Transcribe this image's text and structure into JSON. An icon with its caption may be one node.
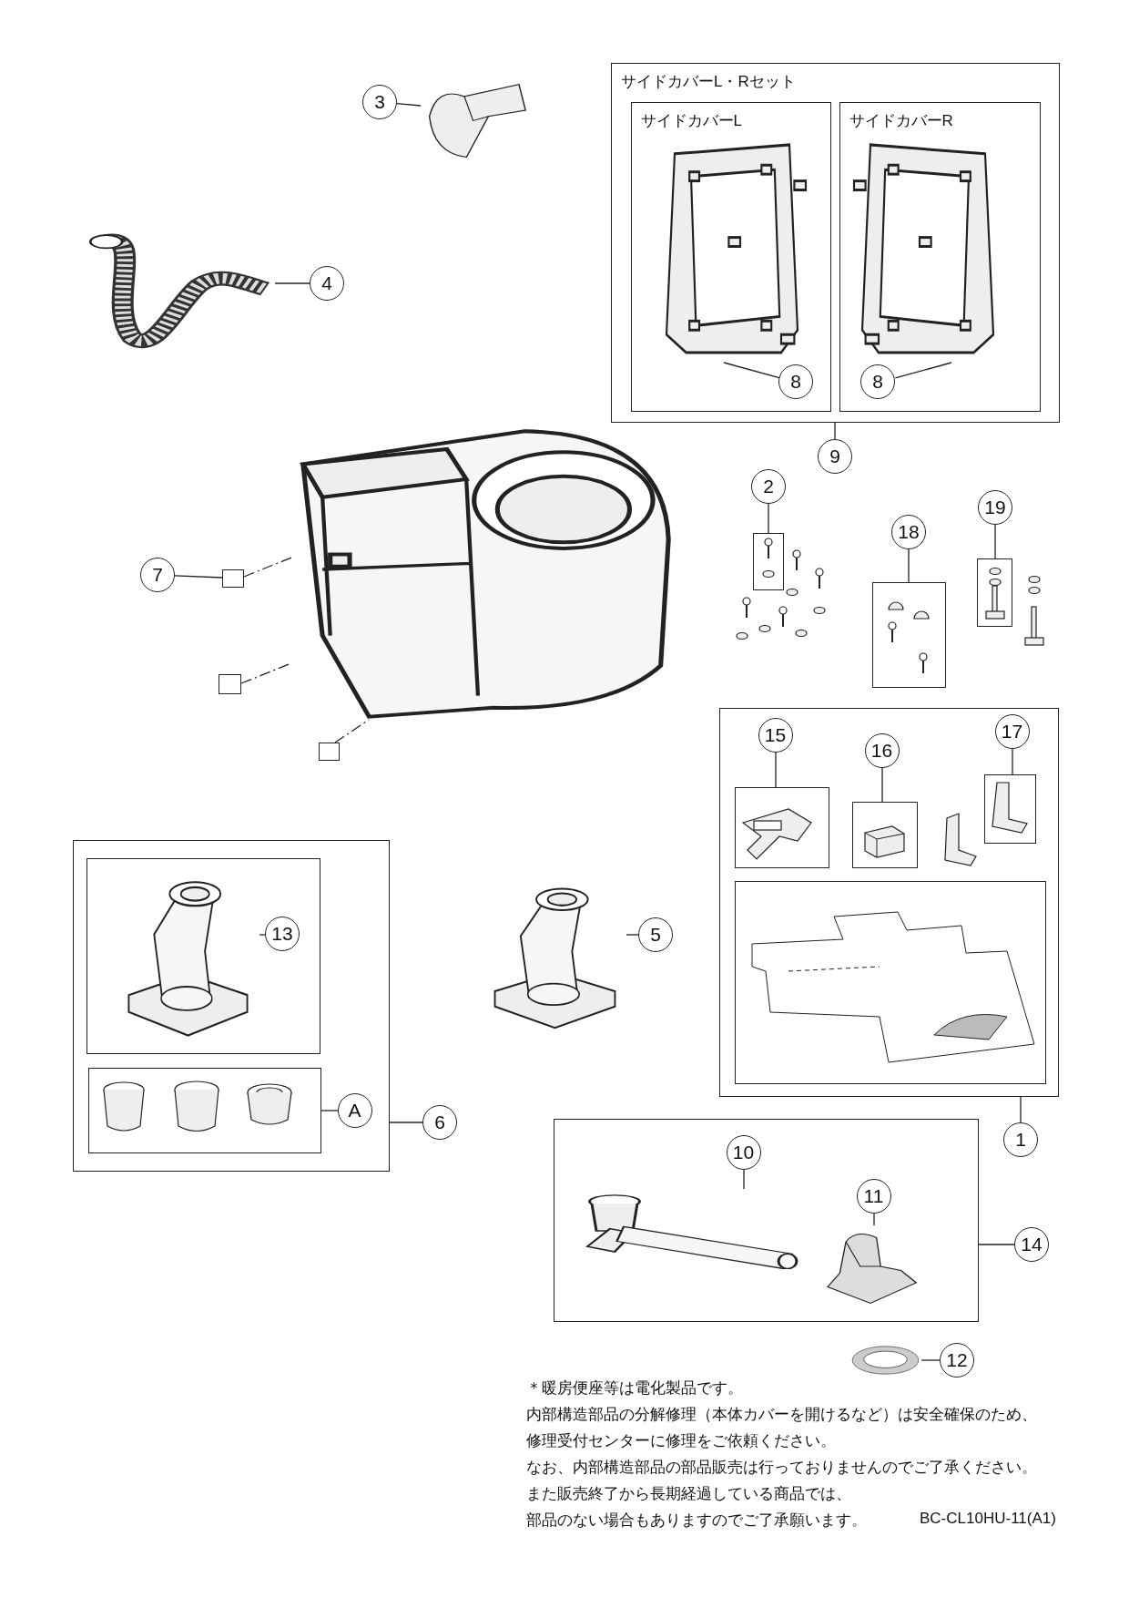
{
  "diagram": {
    "nodes": [
      {
        "text": [
          "サイドカバーL・Rセット"
        ]
      },
      {
        "text": [
          "サイドカバーL"
        ],
        "in": 0
      },
      {
        "text": [
          "サイドカバーR"
        ],
        "in": 0
      },
      {
        "text": [],
        "shape": "picture",
        "in": 1
      },
      {
        "text": [
          "8"
        ],
        "in": 1
      },
      {
        "text": [],
        "shape": "picture",
        "in": 2
      },
      {
        "text": [
          "8"
        ],
        "in": 2
      },
      {
        "text": [
          "9"
        ]
      },
      {
        "text": [
          "3"
        ]
      },
      {
        "text": [],
        "shape": "picture"
      },
      {
        "text": [
          "4"
        ]
      },
      {
        "text": [],
        "shape": "picture"
      },
      {
        "text": [
          "7"
        ]
      },
      {
        "text": [],
        "shape": "box"
      },
      {
        "text": [],
        "shape": "box"
      },
      {
        "text": [],
        "shape": "box"
      },
      {
        "text": [],
        "shape": "picture"
      },
      {
        "text": [
          "2"
        ]
      },
      {
        "text": [],
        "shape": "box"
      },
      {
        "text": [
          "18"
        ]
      },
      {
        "text": [],
        "shape": "box"
      },
      {
        "text": [
          "19"
        ]
      },
      {
        "text": [],
        "shape": "box"
      },
      {
        "text": [],
        "shape": "box"
      },
      {
        "text": [
          "15"
        ],
        "in": 23
      },
      {
        "text": [],
        "shape": "box",
        "in": 23
      },
      {
        "text": [
          "16"
        ],
        "in": 23
      },
      {
        "text": [],
        "shape": "box",
        "in": 23
      },
      {
        "text": [
          "17"
        ],
        "in": 23
      },
      {
        "text": [],
        "shape": "box",
        "in": 23
      },
      {
        "text": [],
        "shape": "box",
        "in": 23
      },
      {
        "text": [
          "1"
        ]
      },
      {
        "text": [],
        "shape": "box"
      },
      {
        "text": [],
        "shape": "box",
        "in": 32
      },
      {
        "text": [],
        "shape": "picture",
        "in": 33
      },
      {
        "text": [
          "13"
        ],
        "in": 33
      },
      {
        "text": [],
        "shape": "box",
        "in": 32
      },
      {
        "text": [
          "A"
        ],
        "in": 32
      },
      {
        "text": [
          "6"
        ]
      },
      {
        "text": [],
        "shape": "picture"
      },
      {
        "text": [
          "5"
        ]
      },
      {
        "text": [],
        "shape": "box"
      },
      {
        "text": [
          "10"
        ],
        "in": 41
      },
      {
        "text": [],
        "shape": "picture",
        "in": 41
      },
      {
        "text": [
          "11"
        ],
        "in": 41
      },
      {
        "text": [],
        "shape": "picture",
        "in": 41
      },
      {
        "text": [
          "14"
        ]
      },
      {
        "text": [
          "12"
        ]
      },
      {
        "text": [],
        "shape": "picture"
      }
    ],
    "edges": [
      {
        "from": 4,
        "to": 3,
        "arrow": "none"
      },
      {
        "from": 6,
        "to": 5,
        "arrow": "none"
      },
      {
        "from": 7,
        "to": 0,
        "arrow": "none"
      },
      {
        "from": 8,
        "to": 9,
        "arrow": "none"
      },
      {
        "from": 10,
        "to": 11,
        "arrow": "none"
      },
      {
        "from": 12,
        "to": 13,
        "arrow": "none"
      },
      {
        "from": 13,
        "to": 16,
        "arrow": "none",
        "style": "dashed"
      },
      {
        "from": 14,
        "to": 16,
        "arrow": "none",
        "style": "dashed"
      },
      {
        "from": 15,
        "to": 16,
        "arrow": "none",
        "style": "dashed"
      },
      {
        "from": 17,
        "to": 18,
        "arrow": "none"
      },
      {
        "from": 19,
        "to": 20,
        "arrow": "none"
      },
      {
        "from": 21,
        "to": 22,
        "arrow": "none"
      },
      {
        "from": 24,
        "to": 25,
        "arrow": "none"
      },
      {
        "from": 26,
        "to": 27,
        "arrow": "none"
      },
      {
        "from": 28,
        "to": 29,
        "arrow": "none"
      },
      {
        "from": 31,
        "to": 23,
        "arrow": "none"
      },
      {
        "from": 35,
        "to": 34,
        "arrow": "none"
      },
      {
        "from": 37,
        "to": 36,
        "arrow": "none"
      },
      {
        "from": 38,
        "to": 32,
        "arrow": "none"
      },
      {
        "from": 40,
        "to": 39,
        "arrow": "none"
      },
      {
        "from": 42,
        "to": 43,
        "arrow": "none"
      },
      {
        "from": 44,
        "to": 45,
        "arrow": "none"
      },
      {
        "from": 46,
        "to": 41,
        "arrow": "none"
      },
      {
        "from": 47,
        "to": 48,
        "arrow": "none"
      }
    ],
    "labels": [
      "＊暖房便座等は電化製品です。",
      "内部構造部品の分解修理（本体カバーを開けるなど）は安全確保のため、",
      "修理受付センターに修理をご依頼ください。",
      "なお、内部構造部品の部品販売は行っておりませんのでご了承ください。",
      "また販売終了から長期経過している商品では、",
      "部品のない場合もありますのでご了承願います。",
      "BC-CL10HU-11(A1)"
    ]
  }
}
